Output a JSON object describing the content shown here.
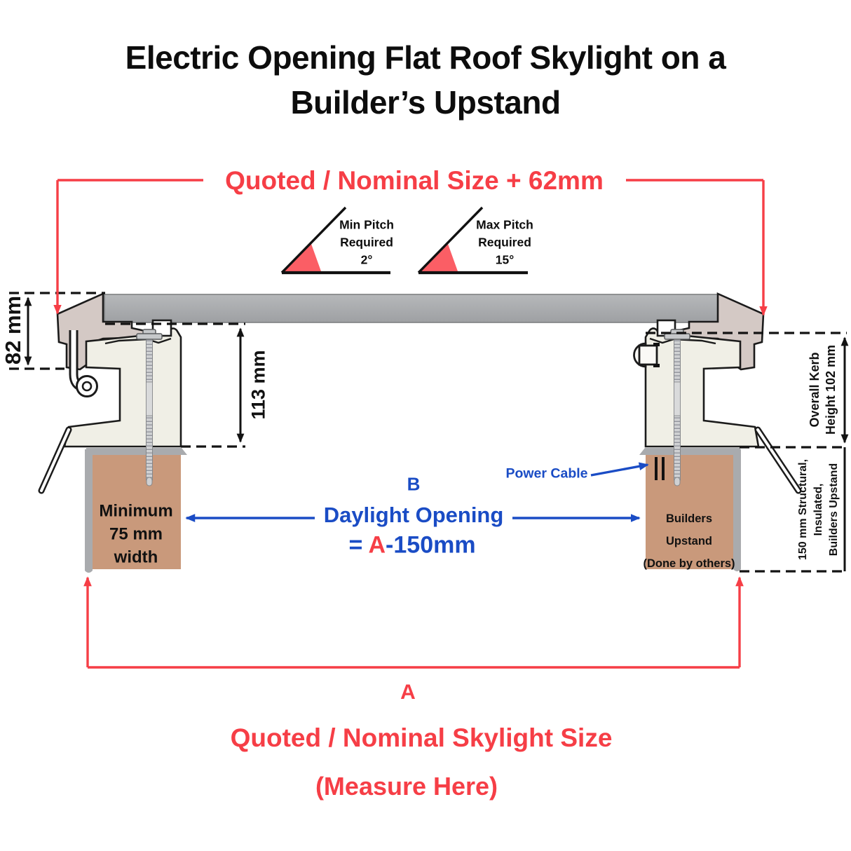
{
  "title": {
    "line1": "Electric Opening Flat Roof Skylight on a",
    "line2": "Builder’s Upstand"
  },
  "top_dimension": {
    "label": "Quoted / Nominal Size + 62mm"
  },
  "pitch_indicators": {
    "min": {
      "title": "Min Pitch",
      "subtitle": "Required",
      "value": "2°"
    },
    "max": {
      "title": "Max Pitch",
      "subtitle": "Required",
      "value": "15°"
    }
  },
  "dimensions": {
    "frame_height": "82 mm",
    "kerb_inner_height": "113 mm",
    "overall_kerb": {
      "line1": "Overall Kerb",
      "line2": "Height 102 mm"
    },
    "builders_upstand_side": {
      "line1": "150 mm Structural,",
      "line2": "Insulated,",
      "line3": "Builders Upstand"
    }
  },
  "left_upstand_label": {
    "line1": "Minimum",
    "line2": "75 mm",
    "line3": "width"
  },
  "right_upstand_label": {
    "line1": "Builders",
    "line2": "Upstand",
    "line3": "(Done by others)"
  },
  "daylight_opening": {
    "letter": "B",
    "label": "Daylight Opening",
    "equation_prefix": "= ",
    "equation_variable": "A",
    "equation_suffix": "-150mm"
  },
  "power_cable": {
    "label": "Power Cable"
  },
  "bottom_dimension": {
    "letter": "A",
    "line1": "Quoted / Nominal Skylight Size",
    "line2": "(Measure Here)"
  },
  "colors": {
    "dimension_red": "#f63e46",
    "annotation_blue": "#1a4cc5",
    "pitch_triangle": "#fb5e65",
    "upstand_brown": "#c9997b",
    "membrane_gray": "#a9abae",
    "frame_cream": "#f0efe6",
    "frame_taupe": "#d4c9c5",
    "glazing_gray": "#a7a9ac",
    "outline_dark": "#1b1b1b"
  }
}
